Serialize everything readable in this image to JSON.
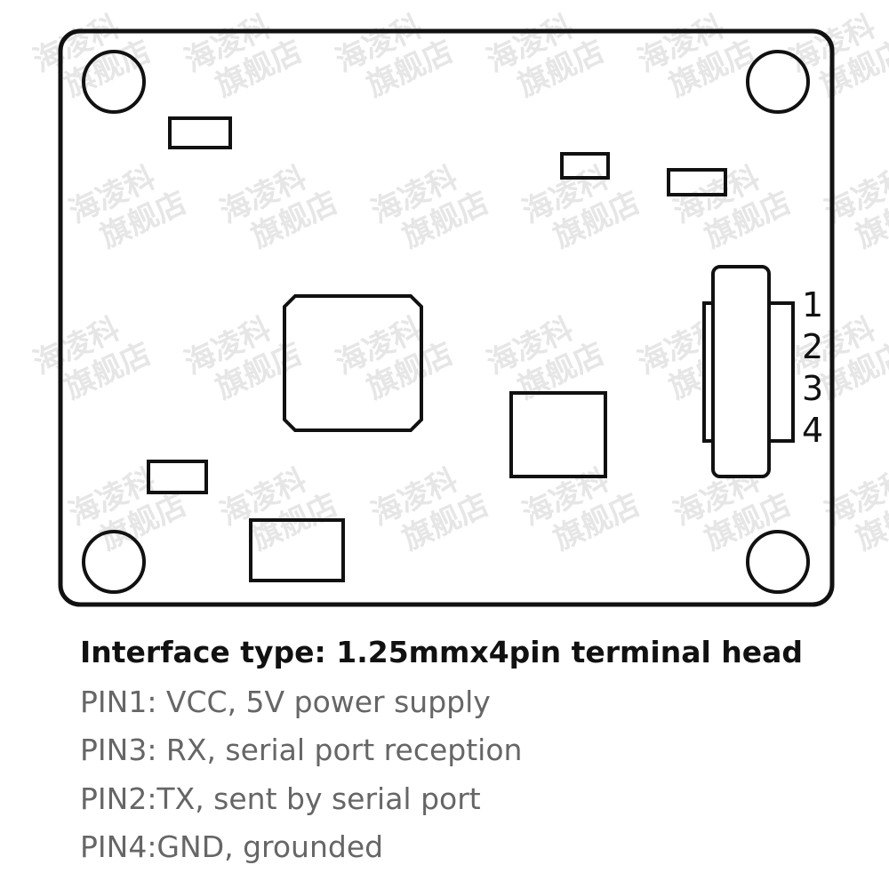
{
  "watermark": {
    "line1": "海凌科",
    "line2": "旗舰店"
  },
  "connector": {
    "pin_numbers": [
      "1",
      "2",
      "3",
      "4"
    ]
  },
  "caption": {
    "title": "Interface type: 1.25mmx4pin terminal head",
    "pins": [
      "PIN1: VCC, 5V power supply",
      "PIN3: RX, serial port reception",
      "PIN2:TX, sent by serial port",
      "PIN4:GND, grounded"
    ]
  }
}
